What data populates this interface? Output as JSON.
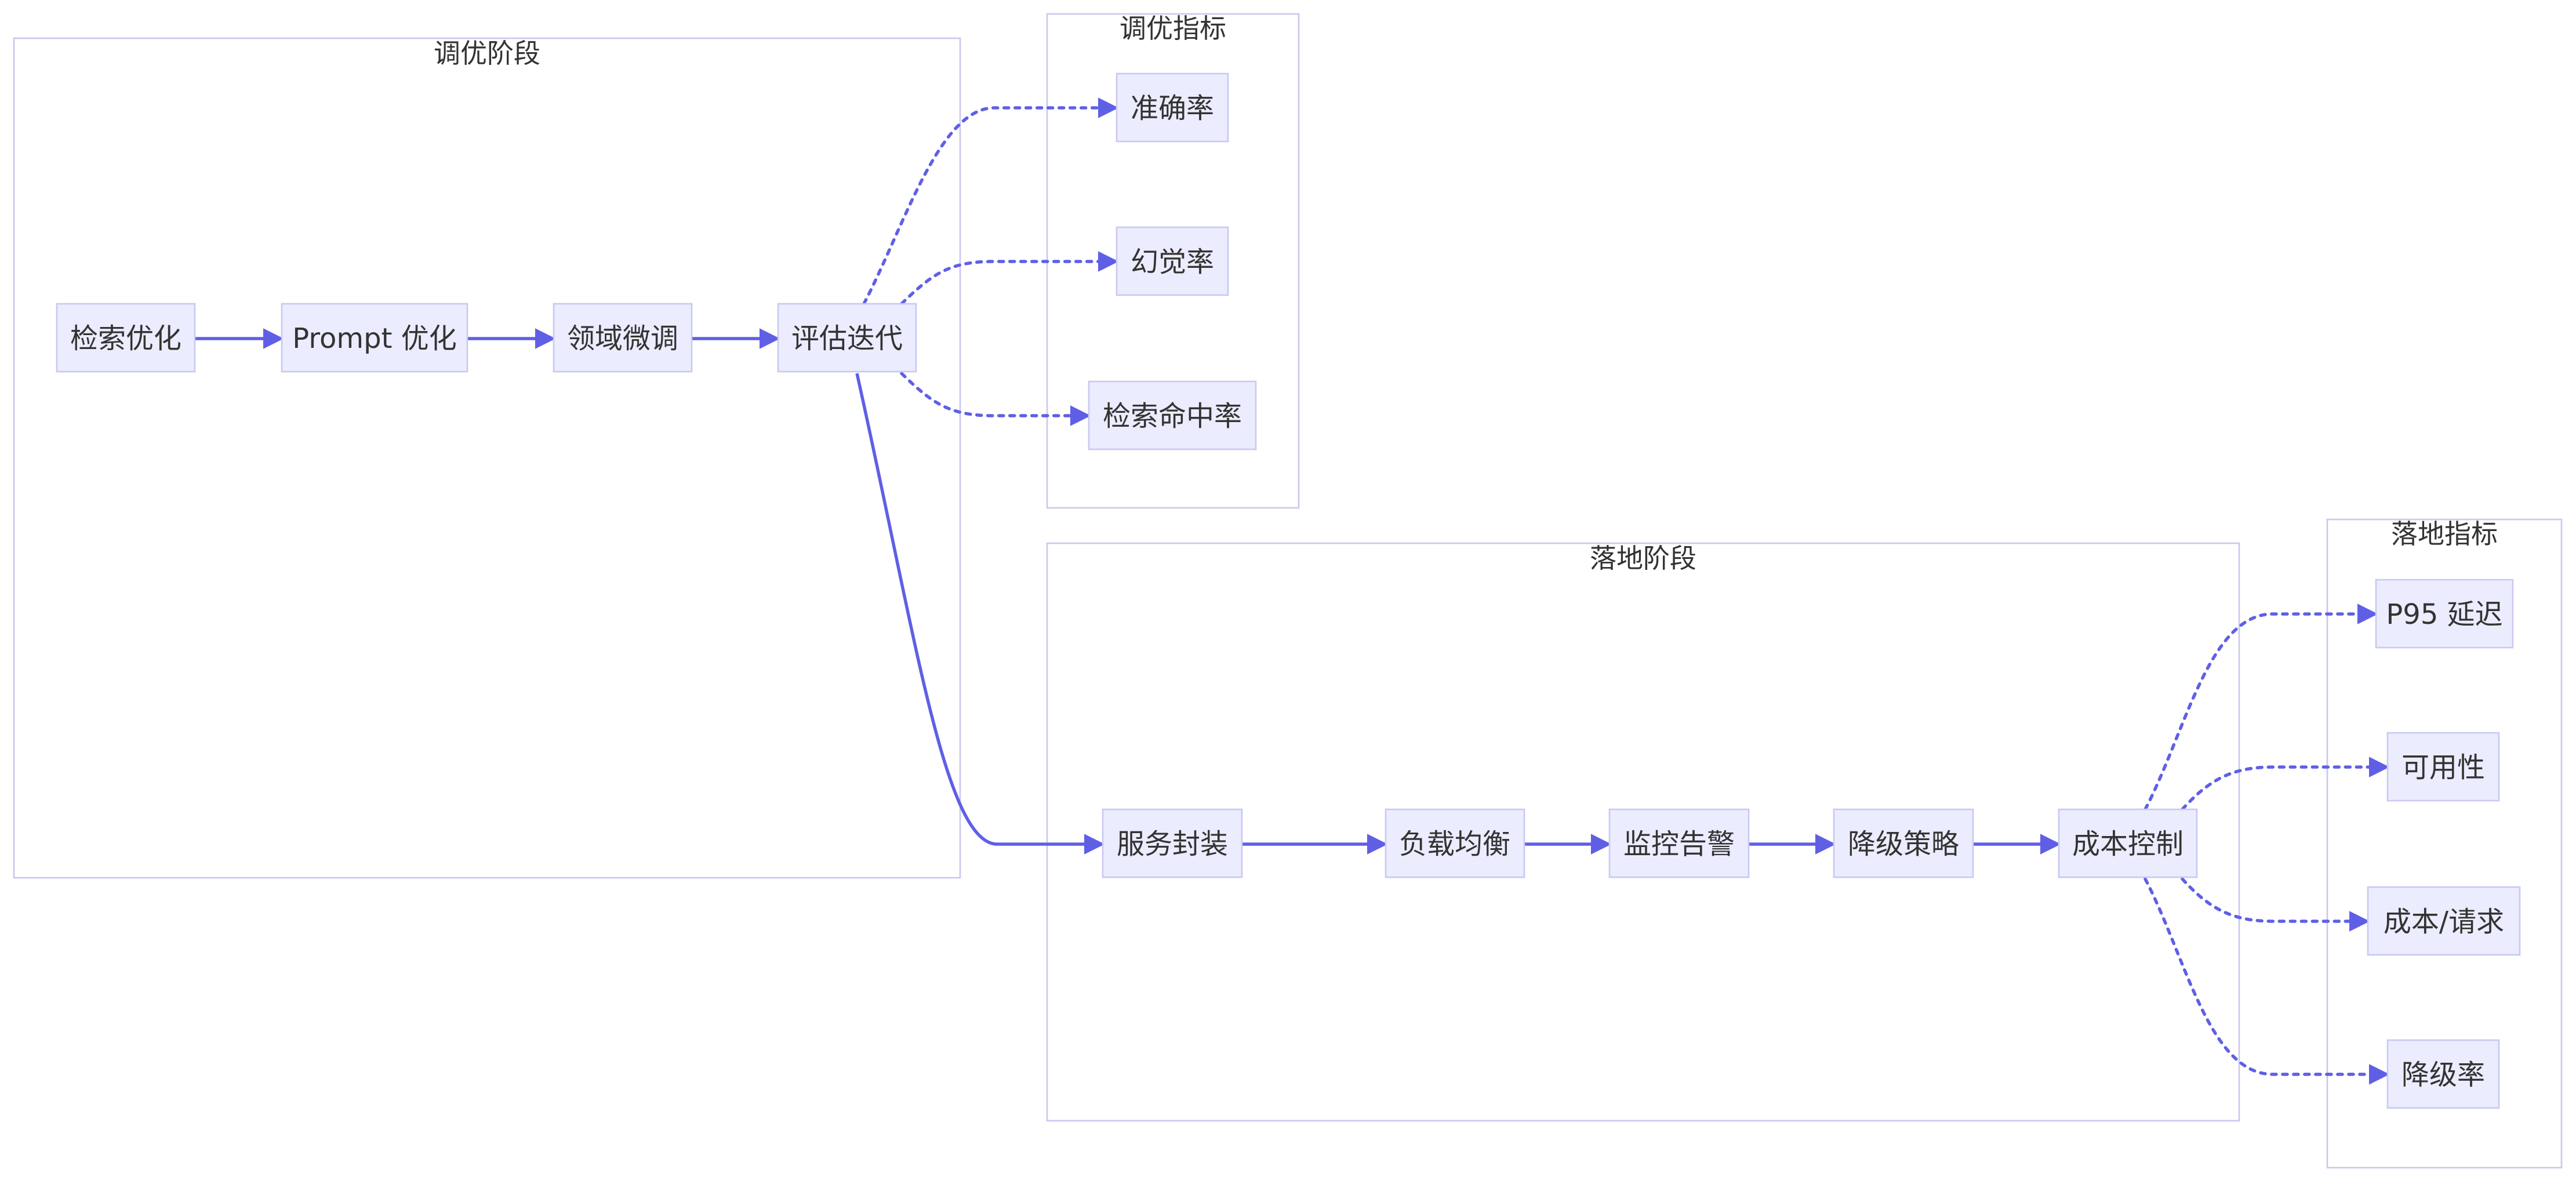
{
  "clusters": {
    "tuning_stage": {
      "label": "调优阶段"
    },
    "tuning_metrics": {
      "label": "调优指标"
    },
    "deploy_stage": {
      "label": "落地阶段"
    },
    "deploy_metrics": {
      "label": "落地指标"
    }
  },
  "nodes": {
    "retrieval_opt": "检索优化",
    "prompt_opt": "Prompt 优化",
    "domain_ft": "领域微调",
    "eval_iter": "评估迭代",
    "accuracy": "准确率",
    "hallucination": "幻觉率",
    "hit_rate": "检索命中率",
    "service_pack": "服务封装",
    "load_balance": "负载均衡",
    "monitor_alert": "监控告警",
    "degrade_policy": "降级策略",
    "cost_control": "成本控制",
    "p95_latency": "P95 延迟",
    "availability": "可用性",
    "cost_per_req": "成本/请求",
    "degrade_rate": "降级率"
  },
  "edges": [
    {
      "from": "retrieval_opt",
      "to": "prompt_opt",
      "style": "solid"
    },
    {
      "from": "prompt_opt",
      "to": "domain_ft",
      "style": "solid"
    },
    {
      "from": "domain_ft",
      "to": "eval_iter",
      "style": "solid"
    },
    {
      "from": "eval_iter",
      "to": "accuracy",
      "style": "dotted"
    },
    {
      "from": "eval_iter",
      "to": "hallucination",
      "style": "dotted"
    },
    {
      "from": "eval_iter",
      "to": "hit_rate",
      "style": "dotted"
    },
    {
      "from": "eval_iter",
      "to": "service_pack",
      "style": "solid"
    },
    {
      "from": "service_pack",
      "to": "load_balance",
      "style": "solid"
    },
    {
      "from": "load_balance",
      "to": "monitor_alert",
      "style": "solid"
    },
    {
      "from": "monitor_alert",
      "to": "degrade_policy",
      "style": "solid"
    },
    {
      "from": "degrade_policy",
      "to": "cost_control",
      "style": "solid"
    },
    {
      "from": "cost_control",
      "to": "p95_latency",
      "style": "dotted"
    },
    {
      "from": "cost_control",
      "to": "availability",
      "style": "dotted"
    },
    {
      "from": "cost_control",
      "to": "cost_per_req",
      "style": "dotted"
    },
    {
      "from": "cost_control",
      "to": "degrade_rate",
      "style": "dotted"
    }
  ],
  "colors": {
    "node_fill": "#ececff",
    "node_border": "#c9c9f2",
    "cluster_border": "#c8c8f0",
    "edge": "#5f5fe6",
    "text": "#333333"
  }
}
